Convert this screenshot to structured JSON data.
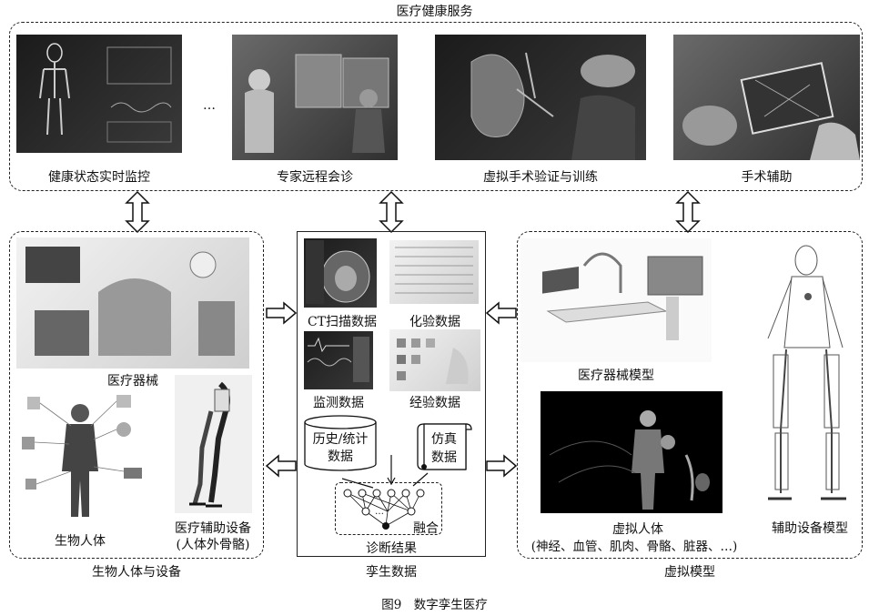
{
  "top_title": "医疗健康服务",
  "services": {
    "health_monitoring": "健康状态实时监控",
    "ellipsis": "…",
    "remote_consultation": "专家远程会诊",
    "virtual_surgery": "虚拟手术验证与训练",
    "surgery_assist": "手术辅助"
  },
  "left": {
    "medical_devices": "医疗器械",
    "biological_body": "生物人体",
    "assist_device": "医疗辅助设备",
    "assist_device_note": "(人体外骨骼)",
    "group_label": "生物人体与设备"
  },
  "center": {
    "ct": "CT扫描数据",
    "lab": "化验数据",
    "monitor": "监测数据",
    "experience": "经验数据",
    "history_line1": "历史/统计",
    "history_line2": "数据",
    "sim_line1": "仿真",
    "sim_line2": "数据",
    "fusion": "融合",
    "diagnosis": "诊断结果",
    "group_label": "孪生数据"
  },
  "right": {
    "device_model": "医疗器械模型",
    "virtual_body": "虚拟人体",
    "virtual_body_note": "(神经、血管、肌肉、骨骼、脏器、…)",
    "assist_model": "辅助设备模型",
    "group_label": "虚拟模型"
  },
  "caption": "图9　数字孪生医疗"
}
